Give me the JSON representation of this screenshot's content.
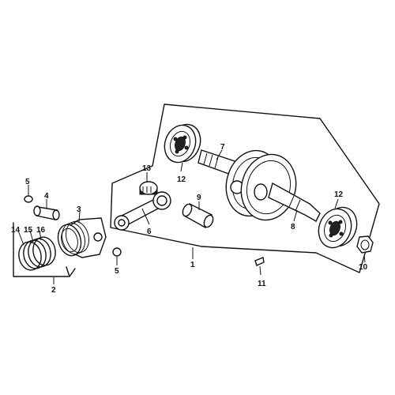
{
  "callouts": [
    {
      "id": "c1",
      "text": "1"
    },
    {
      "id": "c2",
      "text": "2"
    },
    {
      "id": "c3",
      "text": "3"
    },
    {
      "id": "c4",
      "text": "4"
    },
    {
      "id": "c5a",
      "text": "5"
    },
    {
      "id": "c5b",
      "text": "5"
    },
    {
      "id": "c6",
      "text": "6"
    },
    {
      "id": "c7",
      "text": "7"
    },
    {
      "id": "c8",
      "text": "8"
    },
    {
      "id": "c9",
      "text": "9"
    },
    {
      "id": "c10",
      "text": "10"
    },
    {
      "id": "c11",
      "text": "11"
    },
    {
      "id": "c12a",
      "text": "12"
    },
    {
      "id": "c12b",
      "text": "12"
    },
    {
      "id": "c13",
      "text": "13"
    },
    {
      "id": "c14",
      "text": "14"
    },
    {
      "id": "c15",
      "text": "15"
    },
    {
      "id": "c16",
      "text": "16"
    }
  ]
}
